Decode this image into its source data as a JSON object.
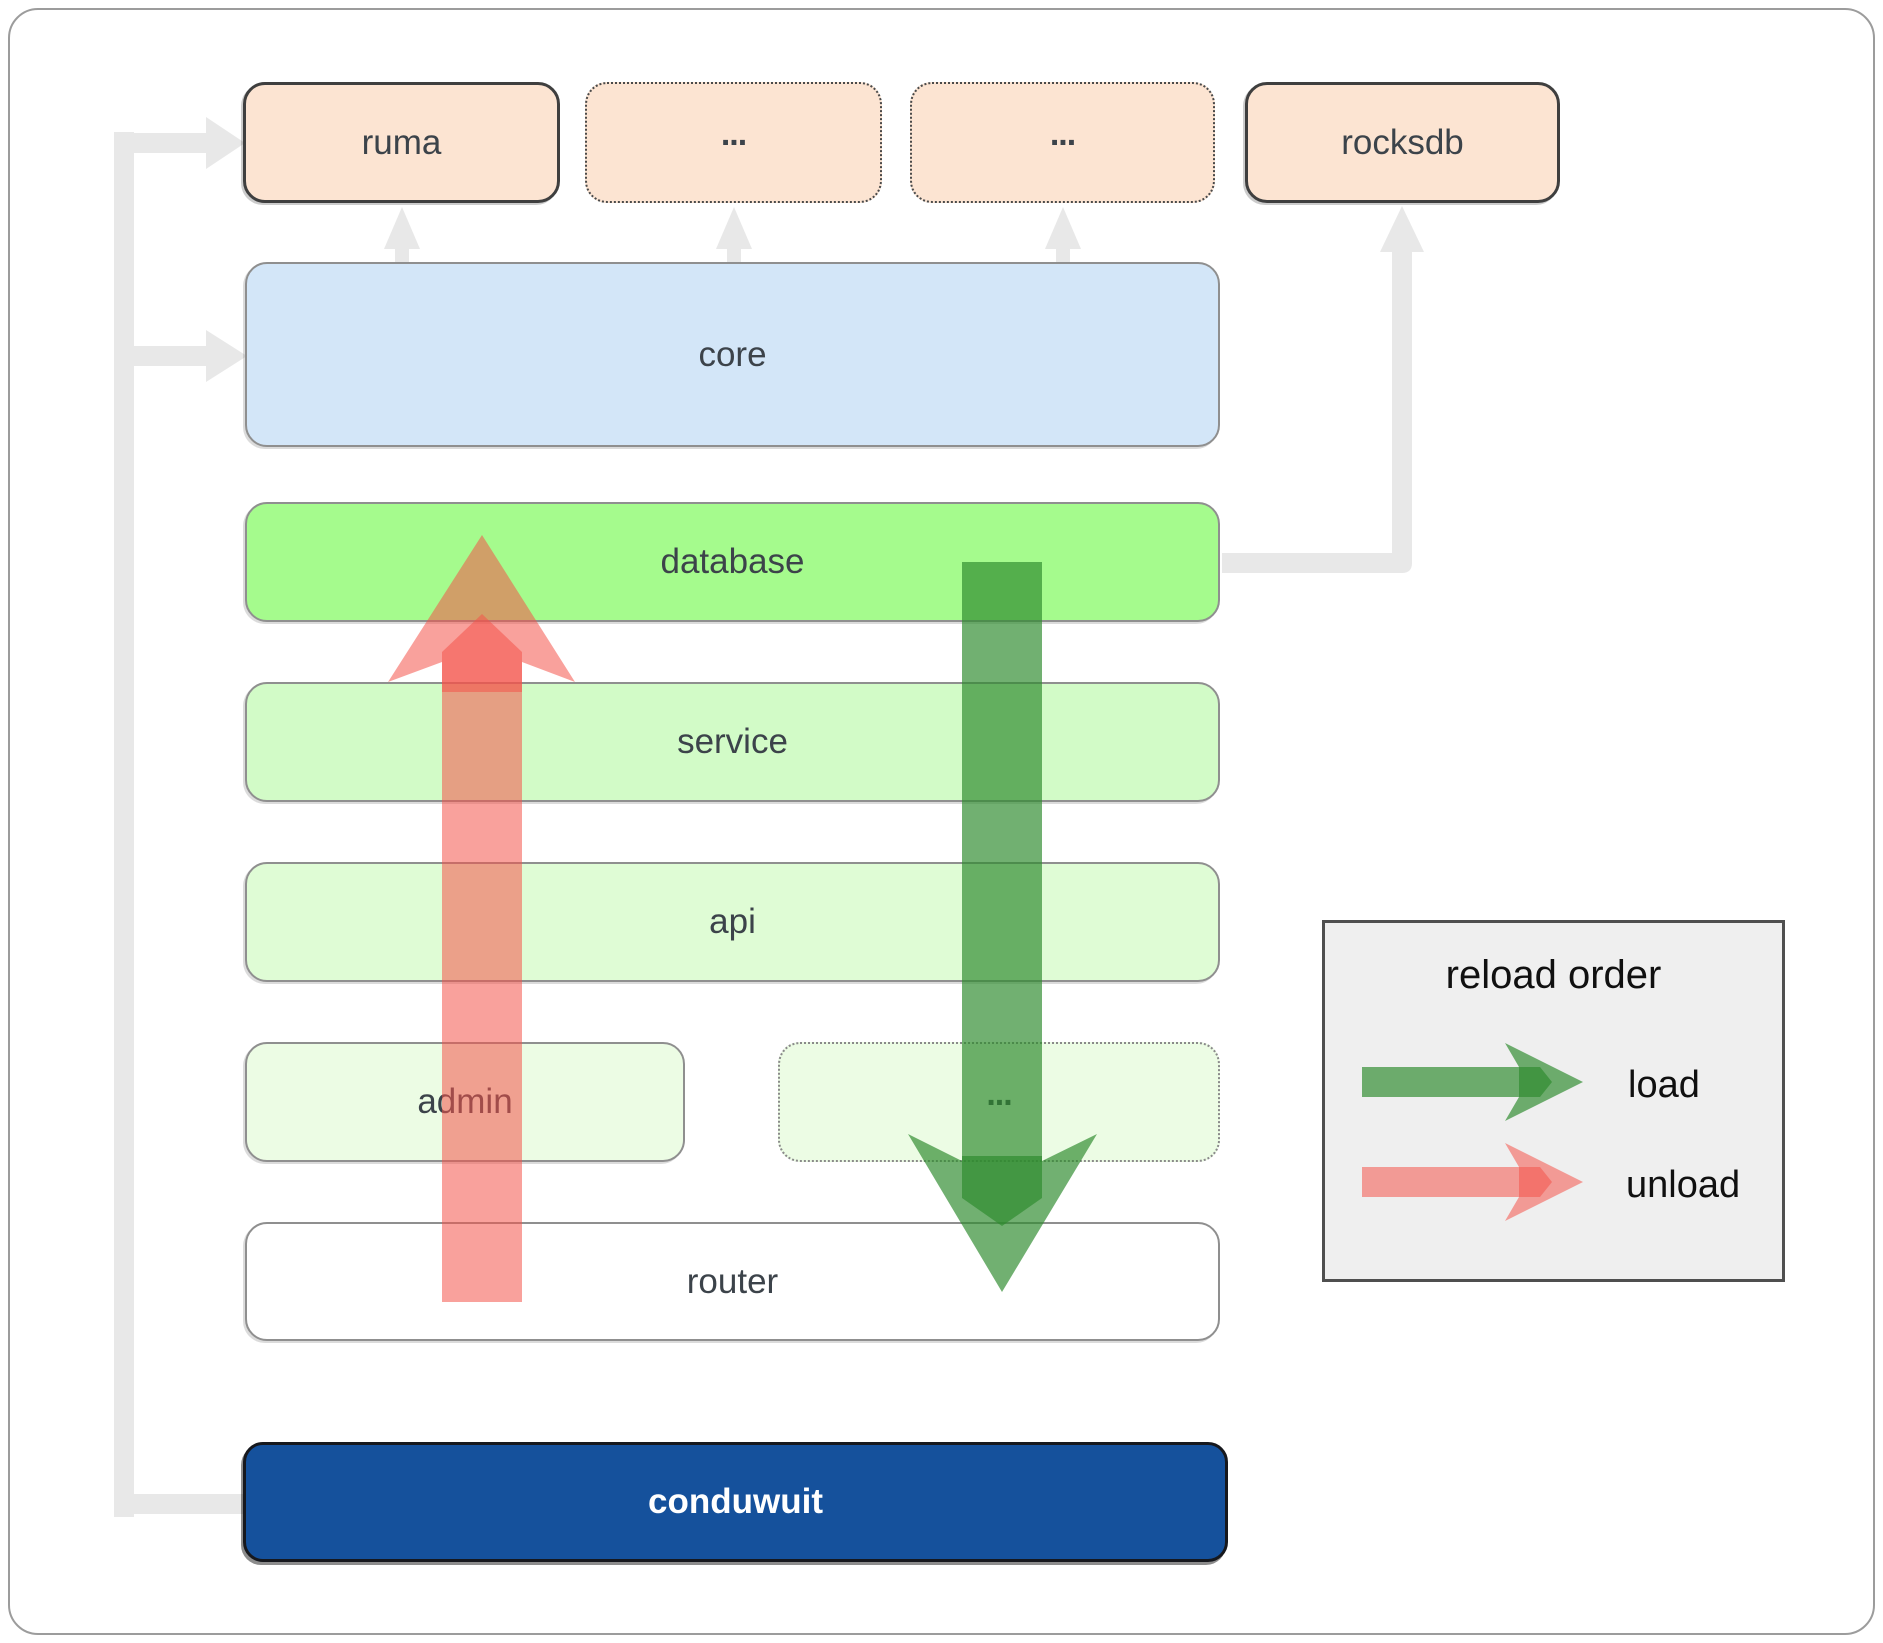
{
  "diagram": {
    "top_row": [
      {
        "label": "ruma"
      },
      {
        "label": "..."
      },
      {
        "label": "..."
      },
      {
        "label": "rocksdb"
      }
    ],
    "core": {
      "label": "core"
    },
    "database": {
      "label": "database"
    },
    "service": {
      "label": "service"
    },
    "api": {
      "label": "api"
    },
    "admin": {
      "label": "admin"
    },
    "admin_more": {
      "label": "..."
    },
    "router": {
      "label": "router"
    },
    "app": {
      "label": "conduwuit"
    }
  },
  "legend": {
    "title": "reload order",
    "load_label": "load",
    "unload_label": "unload"
  },
  "colors": {
    "module_peach": "#fce4d2",
    "core_blue": "#d3e6f8",
    "database_green": "#a5fb8d",
    "service_green": "#d2fbc7",
    "api_green": "#dffcd5",
    "admin_green": "#ecfce4",
    "router_white": "#ffffff",
    "app_blue": "#15519c",
    "load_green": "#2e8b2e",
    "unload_red": "#f4544a",
    "connector_gray": "#e8e8e8",
    "legend_bg": "#efefef"
  }
}
